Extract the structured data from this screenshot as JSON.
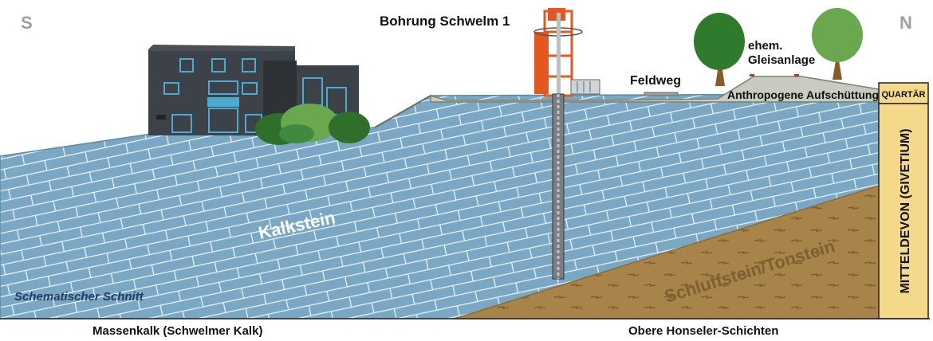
{
  "labels": {
    "south": "S",
    "north": "N",
    "borehole": "Bohrung Schwelm 1",
    "former_railway_line1": "ehem.",
    "former_railway_line2": "Gleisanlage",
    "field_path": "Feldweg",
    "fill": "Anthropogene Aufschüttung",
    "limestone": "Kalkstein",
    "siltstone": "Schluffstein/Tonstein",
    "section_type": "Schematischer Schnitt",
    "quaternary": "QUARTÄR",
    "middle_devonian": "MITTELDEVON (GIVETIUM)",
    "massenkalk": "Massenkalk (Schwelmer Kalk)",
    "honsel": "Obere Honseler-Schichten"
  },
  "colors": {
    "limestone": "#7aa8c4",
    "limestone_lines": "#e9f3f8",
    "siltstone": "#a8844a",
    "fill_layer": "#c8cbbf",
    "strat_column": "#f5d98a",
    "drill_rig": "#e4571f",
    "building": "#3d4148",
    "window": "#4aaad0",
    "tree": "#3f8a3c",
    "tree_light": "#6aa84f",
    "trunk": "#8a5a2b",
    "text": "#111111"
  }
}
